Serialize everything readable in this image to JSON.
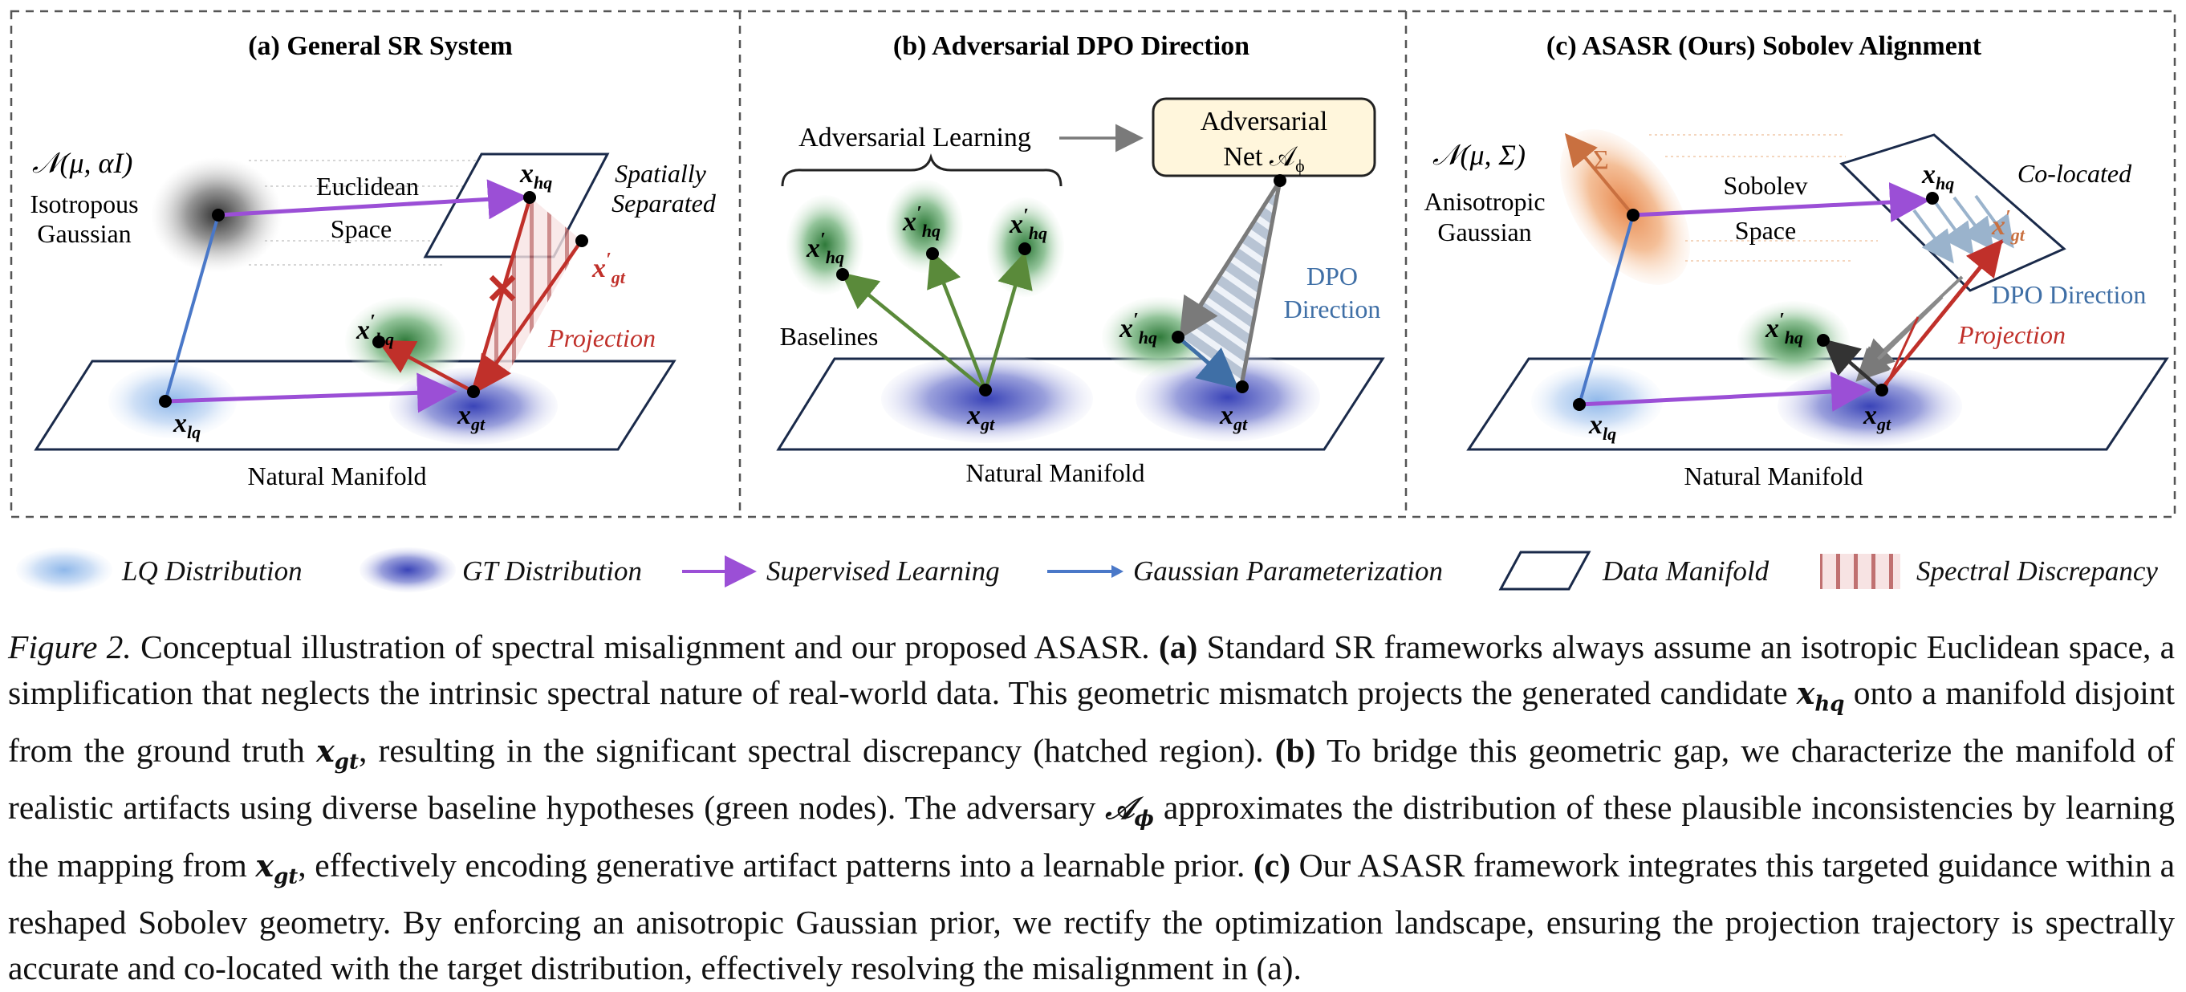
{
  "panels": {
    "a": {
      "title": "(a) General SR System",
      "gauss_label": "𝒩(μ, αI)",
      "gauss_name_1": "Isotropous",
      "gauss_name_2": "Gaussian",
      "space_1": "Euclidean",
      "space_2": "Space",
      "separated_1": "Spatially",
      "separated_2": "Separated",
      "projection": "Projection",
      "manifold": "Natural Manifold"
    },
    "b": {
      "title": "(b) Adversarial DPO Direction",
      "adv_learning": "Adversarial Learning",
      "adv_net_1": "Adversarial",
      "adv_net_2": "Net 𝒜",
      "dpo_1": "DPO",
      "dpo_2": "Direction",
      "baselines": "Baselines",
      "manifold": "Natural Manifold"
    },
    "c": {
      "title": "(c) ASASR (Ours) Sobolev Alignment",
      "gauss_label": "𝒩(μ, Σ)",
      "sigma": "Σ",
      "gauss_name_1": "Anisotropic",
      "gauss_name_2": "Gaussian",
      "space_1": "Sobolev",
      "space_2": "Space",
      "colocated": "Co-located",
      "dpo": "DPO Direction",
      "projection": "Projection",
      "manifold": "Natural Manifold"
    },
    "nodes": {
      "hq": "x",
      "hq_sub": "hq",
      "gt": "x",
      "gt_sub": "gt",
      "lq": "x",
      "lq_sub": "lq",
      "prime": "′"
    }
  },
  "legend": {
    "lq": "LQ Distribution",
    "gt": "GT Distribution",
    "supervised": "Supervised Learning",
    "gaussian": "Gaussian Parameterization",
    "manifold": "Data Manifold",
    "spectral": "Spectral Discrepancy"
  },
  "caption": {
    "label": "Figure 2.",
    "intro": "Conceptual illustration of spectral misalignment and our proposed ASASR.",
    "a_tag": "(a)",
    "a_text_1": "Standard SR frameworks always assume an isotropic Euclidean space, a simplification that neglects the intrinsic spectral nature of real-world data. This geometric mismatch projects the generated candidate",
    "a_text_2": "onto a manifold disjoint from the ground truth",
    "a_text_3": ", resulting in the significant spectral discrepancy (hatched region).",
    "b_tag": "(b)",
    "b_text_1": "To bridge this geometric gap, we characterize the manifold of realistic artifacts using diverse baseline hypotheses (green nodes). The adversary",
    "b_text_2": "approximates the distribution of these plausible inconsistencies by learning the mapping from",
    "b_text_3": ", effectively encoding generative artifact patterns into a learnable prior.",
    "c_tag": "(c)",
    "c_text": "Our ASASR framework integrates this targeted guidance within a reshaped Sobolev geometry. By enforcing an anisotropic Gaussian prior, we rectify the optimization landscape, ensuring the projection trajectory is spectrally accurate and co-located with the target distribution, effectively resolving the misalignment in (a).",
    "sym_x": "x",
    "sym_hq": "hq",
    "sym_gt": "gt",
    "sym_A": "𝒜",
    "sym_phi": "ϕ"
  },
  "colors": {
    "purple": "#9b4fd6",
    "blue": "#4a78c8",
    "red": "#c0302a",
    "green": "#5a8a3a",
    "gray": "#7a7a7a",
    "dpo_blue": "#3f6fa6",
    "orange": "#d07040",
    "box_fill": "#fff6dc"
  }
}
